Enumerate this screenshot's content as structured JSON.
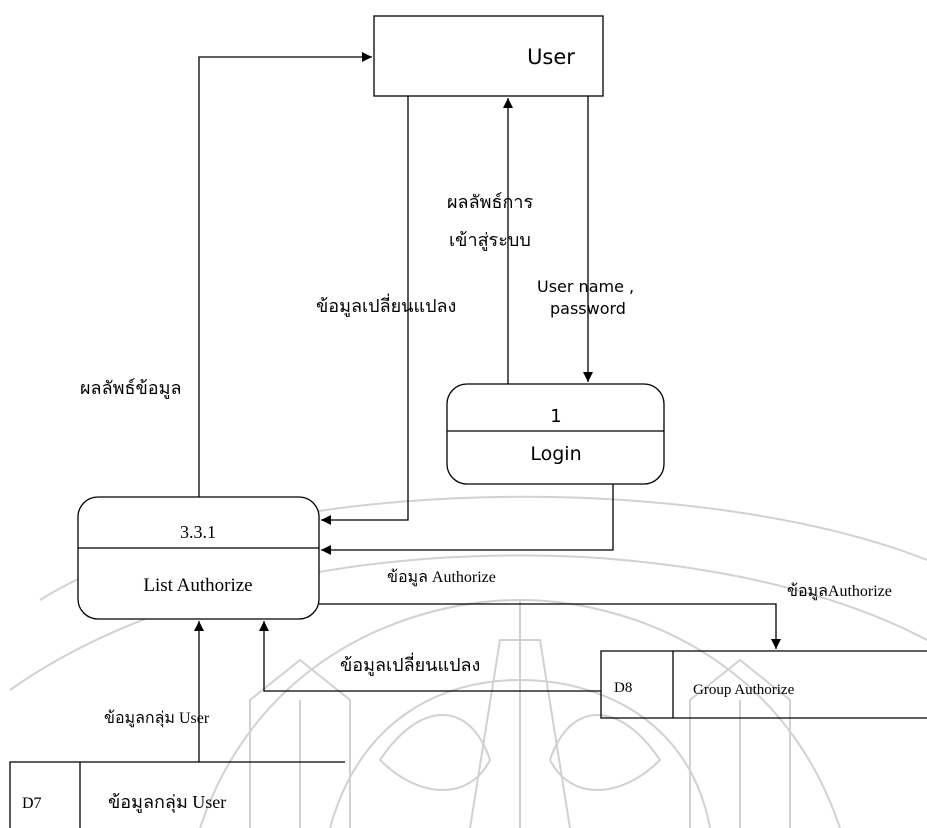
{
  "entity": {
    "name": "User"
  },
  "processes": [
    {
      "number": "1",
      "name": "Login"
    },
    {
      "number": "3.3.1",
      "name": "List Authorize"
    }
  ],
  "datastores": [
    {
      "id": "D8",
      "name": "Group Authorize"
    },
    {
      "id": "D7",
      "name": "ข้อมูลกลุ่ม User"
    }
  ],
  "flows": {
    "result_data": "ผลลัพธ์ข้อมูล",
    "changed_data_top": "ข้อมูลเปลี่ยนแปลง",
    "login_result_line1": "ผลลัพธ์การ",
    "login_result_line2": "เข้าสู่ระบบ",
    "credentials_line1": "User name ,",
    "credentials_line2": "password",
    "authorize_data": "ข้อมูล Authorize",
    "authorize_data_right": "ข้อมูลAuthorize",
    "changed_data_bottom": "ข้อมูลเปลี่ยนแปลง",
    "group_user_data": "ข้อมูลกลุ่ม User"
  }
}
